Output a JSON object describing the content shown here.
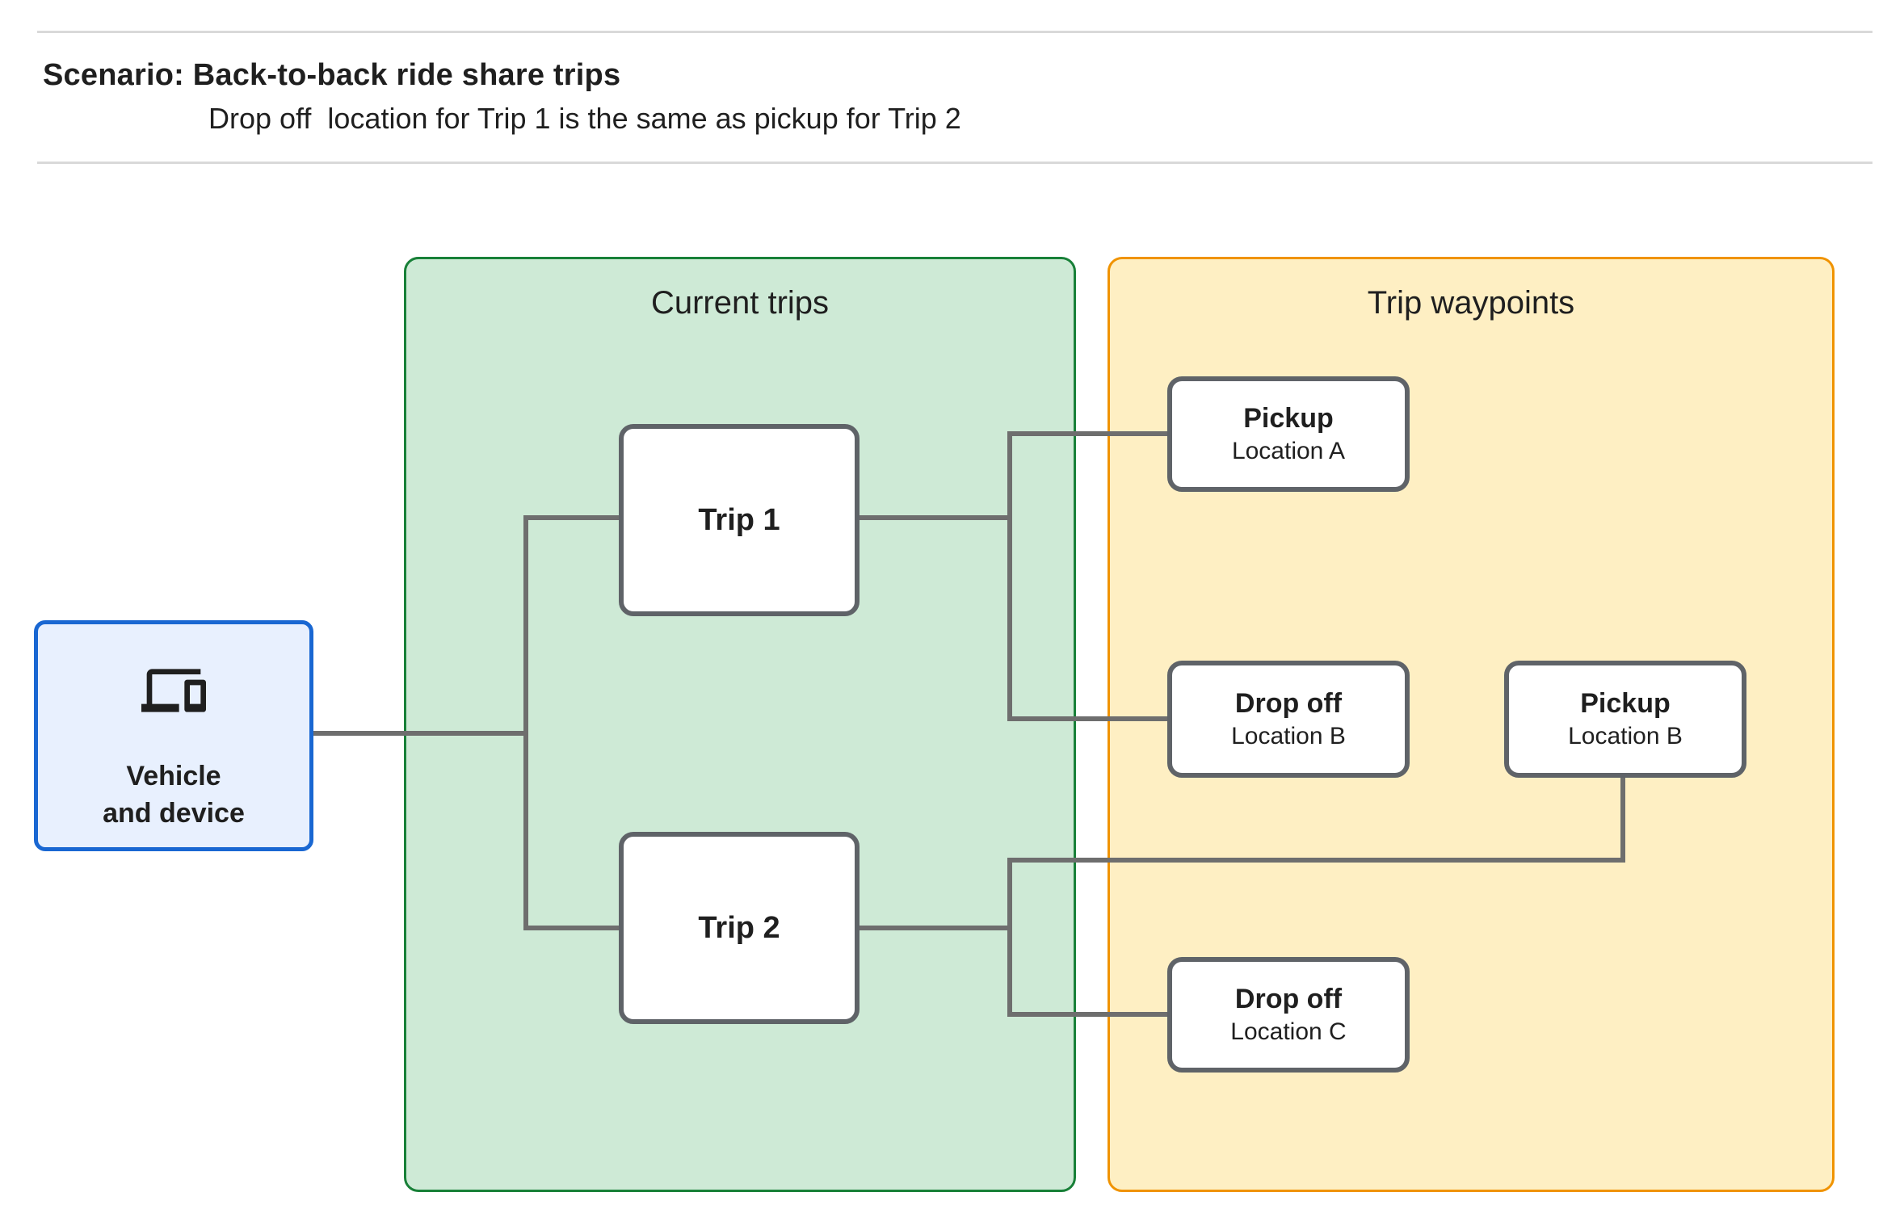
{
  "header": {
    "title": "Scenario: Back-to-back ride share trips",
    "subtitle": "Drop off  location for Trip 1 is the same as pickup for Trip 2"
  },
  "groups": {
    "current_trips": {
      "label": "Current trips"
    },
    "trip_waypoints": {
      "label": "Trip waypoints"
    }
  },
  "vehicle": {
    "icon": "devices-icon",
    "label_line1": "Vehicle",
    "label_line2": "and device"
  },
  "trips": [
    {
      "label": "Trip 1"
    },
    {
      "label": "Trip 2"
    }
  ],
  "waypoints": [
    {
      "title": "Pickup",
      "subtitle": "Location A"
    },
    {
      "title": "Drop off",
      "subtitle": "Location B"
    },
    {
      "title": "Pickup",
      "subtitle": "Location B"
    },
    {
      "title": "Drop off",
      "subtitle": "Location C"
    }
  ],
  "colors": {
    "current_trips_fill": "#ceead6",
    "current_trips_border": "#188038",
    "trip_waypoints_fill": "#feefc3",
    "trip_waypoints_border": "#f09300",
    "vehicle_fill": "#e8f0fe",
    "vehicle_border": "#1967d2",
    "node_border": "#5f6368",
    "connector": "#6e6e6e",
    "text": "#1f1f1f",
    "rule": "#d9d9d9"
  }
}
